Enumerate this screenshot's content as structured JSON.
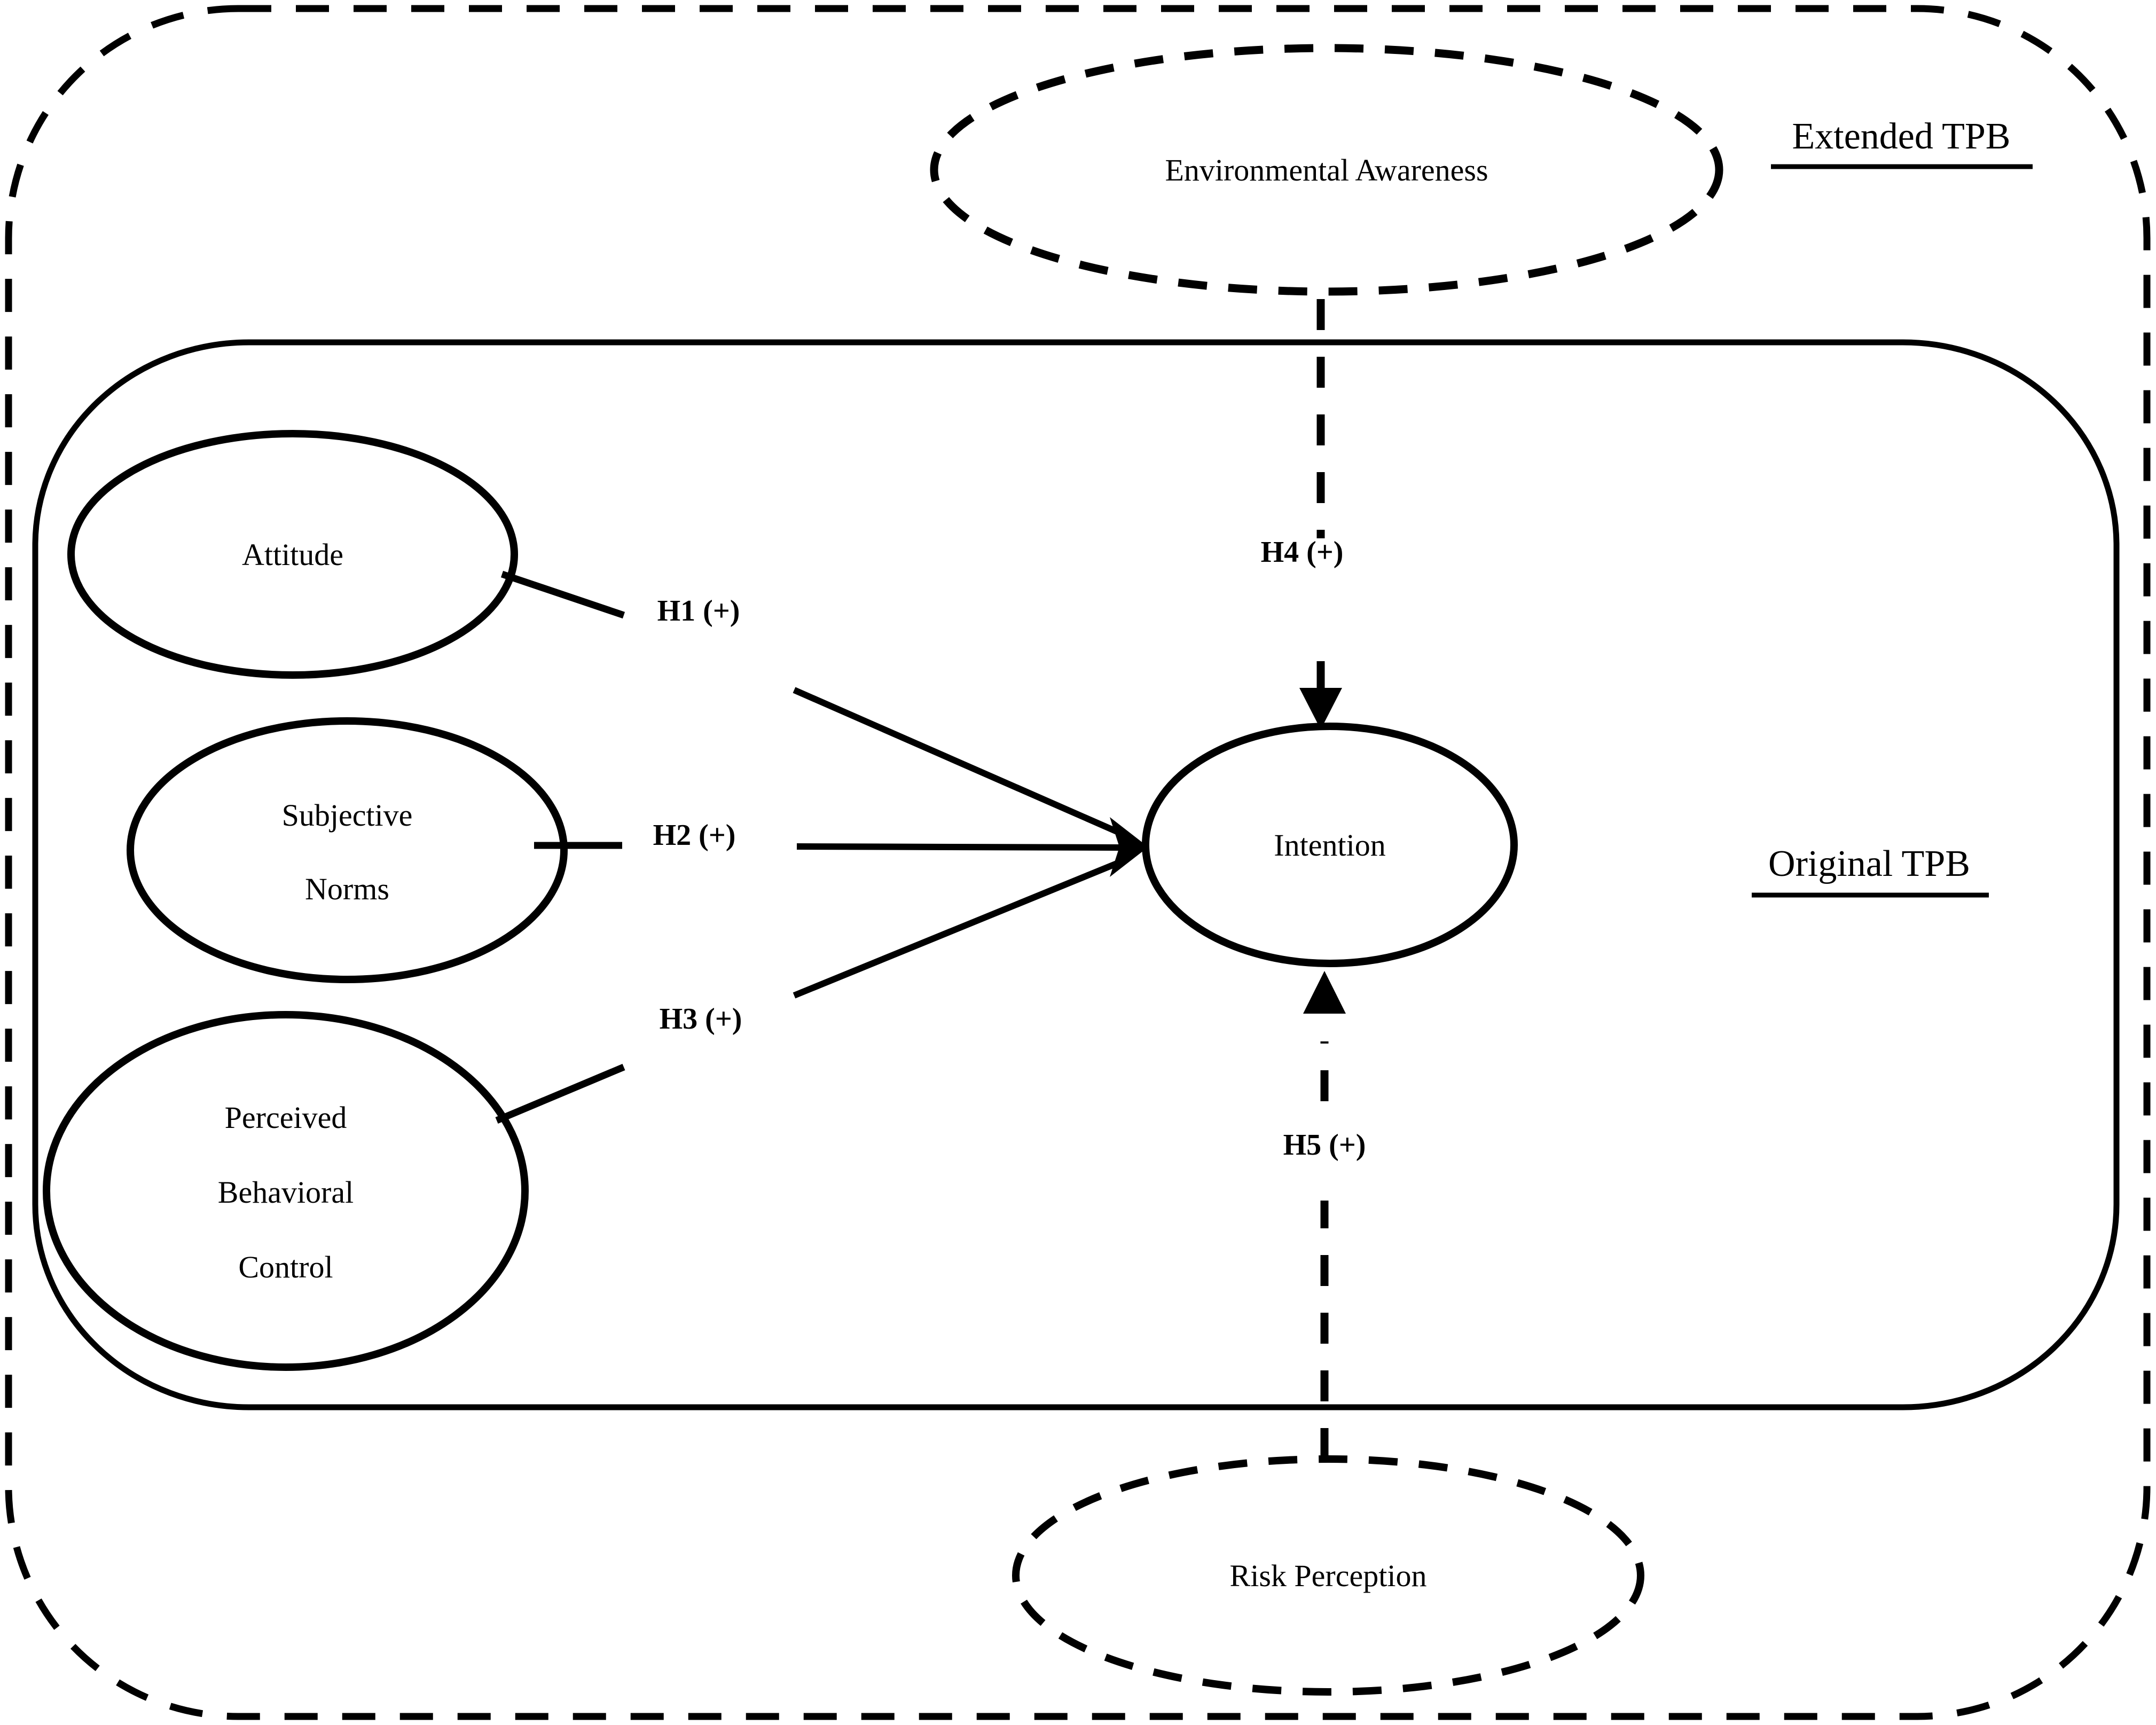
{
  "frames": {
    "extended_label": "Extended TPB",
    "original_label": "Original TPB"
  },
  "nodes": {
    "environmental_awareness": {
      "label": "Environmental Awareness",
      "border": "dashed"
    },
    "attitude": {
      "label": "Attitude",
      "border": "solid"
    },
    "subjective_norms": {
      "line1": "Subjective",
      "line2": "Norms",
      "border": "solid"
    },
    "perceived_behavioral_control": {
      "line1": "Perceived",
      "line2": "Behavioral",
      "line3": "Control",
      "border": "solid"
    },
    "intention": {
      "label": "Intention",
      "border": "solid"
    },
    "risk_perception": {
      "label": "Risk Perception",
      "border": "dashed"
    }
  },
  "hypotheses": {
    "h1": "H1 (+)",
    "h2": "H2 (+)",
    "h3": "H3 (+)",
    "h4": "H4 (+)",
    "h5": "H5 (+)"
  },
  "edges": [
    {
      "from": "Attitude",
      "to": "Intention",
      "label": "H1 (+)",
      "style": "solid"
    },
    {
      "from": "Subjective Norms",
      "to": "Intention",
      "label": "H2 (+)",
      "style": "solid"
    },
    {
      "from": "Perceived Behavioral Control",
      "to": "Intention",
      "label": "H3 (+)",
      "style": "solid"
    },
    {
      "from": "Environmental Awareness",
      "to": "Intention",
      "label": "H4 (+)",
      "style": "dashed"
    },
    {
      "from": "Risk Perception",
      "to": "Intention",
      "label": "H5 (+)",
      "style": "dashed"
    }
  ],
  "colors": {
    "ink": "#000000",
    "background": "#ffffff"
  }
}
